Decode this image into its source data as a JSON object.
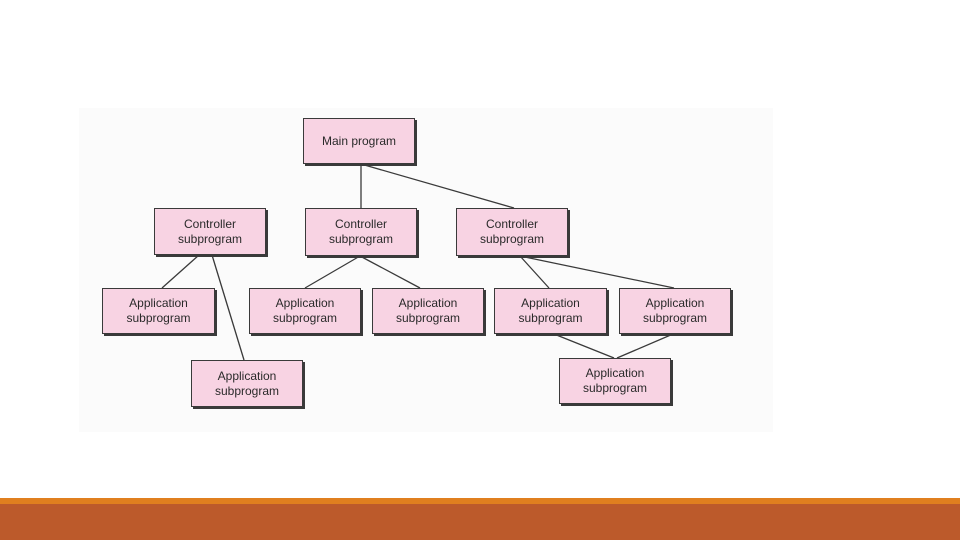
{
  "diagram": {
    "nodes": [
      {
        "id": "main",
        "label": "Main program"
      },
      {
        "id": "ctrl1",
        "label": "Controller\nsubprogram"
      },
      {
        "id": "ctrl2",
        "label": "Controller\nsubprogram"
      },
      {
        "id": "ctrl3",
        "label": "Controller\nsubprogram"
      },
      {
        "id": "app1",
        "label": "Application\nsubprogram"
      },
      {
        "id": "app2",
        "label": "Application\nsubprogram"
      },
      {
        "id": "app3",
        "label": "Application\nsubprogram"
      },
      {
        "id": "app4",
        "label": "Application\nsubprogram"
      },
      {
        "id": "app5",
        "label": "Application\nsubprogram"
      },
      {
        "id": "app6",
        "label": "Application\nsubprogram"
      },
      {
        "id": "app7",
        "label": "Application\nsubprogram"
      }
    ],
    "edges": [
      {
        "from": "main",
        "to": "ctrl2"
      },
      {
        "from": "main",
        "to": "ctrl3"
      },
      {
        "from": "ctrl1",
        "to": "app1"
      },
      {
        "from": "ctrl1",
        "to": "app2"
      },
      {
        "from": "ctrl2",
        "to": "app3"
      },
      {
        "from": "ctrl2",
        "to": "app4"
      },
      {
        "from": "ctrl3",
        "to": "app5"
      },
      {
        "from": "ctrl3",
        "to": "app6"
      },
      {
        "from": "app5",
        "to": "app7"
      },
      {
        "from": "app6",
        "to": "app7"
      }
    ]
  },
  "colors": {
    "node_fill": "#f8d3e3",
    "node_border": "#3a3a3a",
    "accent_bar": "#e07f1f",
    "footer_bar": "#bc5a2b"
  }
}
